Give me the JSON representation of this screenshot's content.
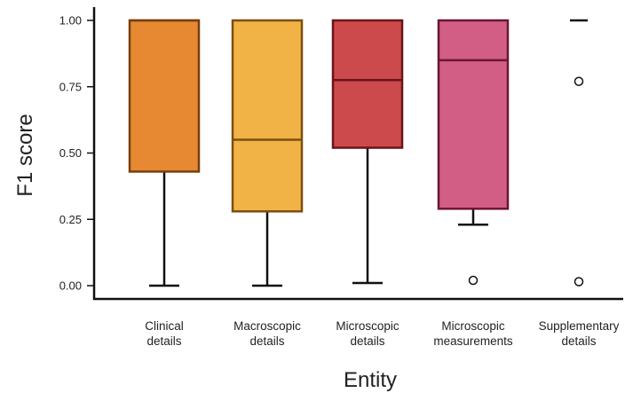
{
  "chart_data": {
    "type": "boxplot",
    "xlabel": "Entity",
    "ylabel": "F1 score",
    "ylim": [
      0,
      1
    ],
    "yticks": [
      "0.00",
      "0.25",
      "0.50",
      "0.75",
      "1.00"
    ],
    "categories": [
      [
        "Clinical",
        "details"
      ],
      [
        "Macroscopic",
        "details"
      ],
      [
        "Microscopic",
        "details"
      ],
      [
        "Microscopic",
        "measurements"
      ],
      [
        "Supplementary",
        "details"
      ]
    ],
    "boxes": [
      {
        "q1": 0.43,
        "median": 1.0,
        "q3": 1.0,
        "whisker_low": 0.0,
        "whisker_high": 1.0,
        "outliers": [],
        "fill": "#e68932",
        "stroke": "#7a3e0f"
      },
      {
        "q1": 0.28,
        "median": 0.55,
        "q3": 1.0,
        "whisker_low": 0.0,
        "whisker_high": 1.0,
        "outliers": [],
        "fill": "#f2b346",
        "stroke": "#7a4f10"
      },
      {
        "q1": 0.52,
        "median": 0.775,
        "q3": 1.0,
        "whisker_low": 0.01,
        "whisker_high": 1.0,
        "outliers": [],
        "fill": "#cc4a4b",
        "stroke": "#6a1419"
      },
      {
        "q1": 0.29,
        "median": 0.85,
        "q3": 1.0,
        "whisker_low": 0.23,
        "whisker_high": 1.0,
        "outliers": [
          0.02
        ],
        "fill": "#d35e85",
        "stroke": "#6b1534"
      },
      {
        "q1": 1.0,
        "median": 1.0,
        "q3": 1.0,
        "whisker_low": 1.0,
        "whisker_high": 1.0,
        "outliers": [
          0.77,
          0.015
        ],
        "fill": "none",
        "stroke": "#111111"
      }
    ],
    "grid": false
  }
}
